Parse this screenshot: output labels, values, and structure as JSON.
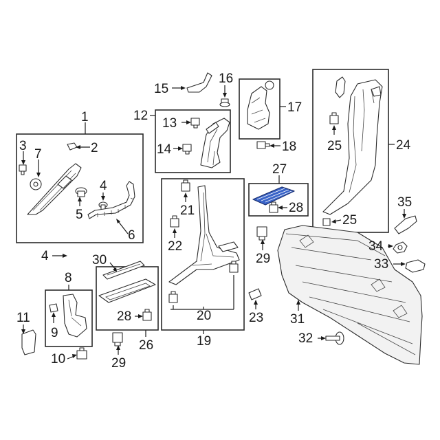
{
  "callouts": {
    "c1": "1",
    "c2": "2",
    "c3": "3",
    "c4": "4",
    "c5": "5",
    "c6": "6",
    "c7": "7",
    "c8": "8",
    "c9": "9",
    "c10": "10",
    "c11": "11",
    "c12": "12",
    "c13": "13",
    "c14": "14",
    "c15": "15",
    "c16": "16",
    "c17": "17",
    "c18": "18",
    "c19": "19",
    "c20": "20",
    "c21": "21",
    "c22": "22",
    "c23": "23",
    "c24": "24",
    "c25a": "25",
    "c25b": "25",
    "c26": "26",
    "c27": "27",
    "c28a": "28",
    "c28b": "28",
    "c29a": "29",
    "c29b": "29",
    "c30": "30",
    "c31": "31",
    "c32": "32",
    "c33": "33",
    "c34": "34",
    "c35": "35"
  },
  "highlight_color": "#3a64c8"
}
